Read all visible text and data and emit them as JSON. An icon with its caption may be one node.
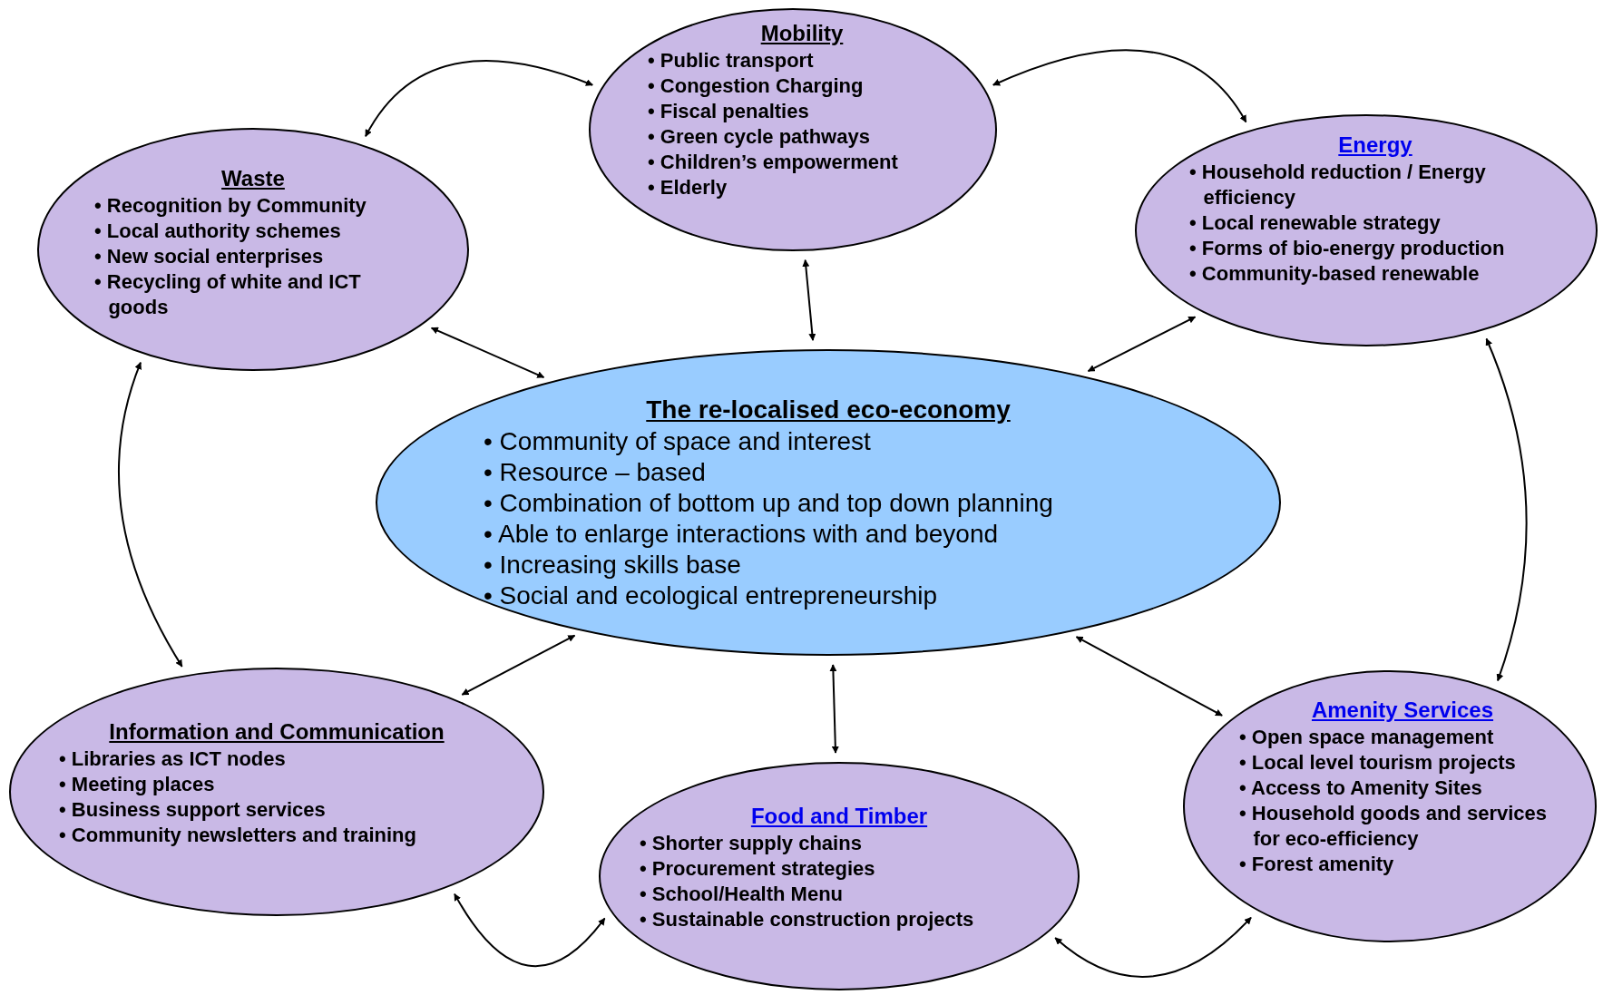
{
  "diagram": {
    "nodes": [
      {
        "text": [
          "Mobility",
          "• Public transport",
          "• Congestion Charging",
          "• Fiscal penalties",
          "• Green cycle pathways",
          "• Children’s empowerment",
          "• Elderly"
        ]
      },
      {
        "text": [
          "Waste",
          "• Recognition by Community",
          "• Local authority schemes",
          "• New social enterprises",
          "• Recycling of white and ICT goods"
        ]
      },
      {
        "text": [
          "Energy",
          "• Household reduction / Energy efficiency",
          "• Local renewable strategy",
          "• Forms of bio-energy production",
          "• Community-based renewable"
        ]
      },
      {
        "text": [
          "The re-localised eco-economy",
          "• Community of space and interest",
          "• Resource – based",
          "• Combination of bottom up and top down planning",
          "• Able to enlarge interactions with and beyond",
          "• Increasing skills base",
          "• Social and ecological entrepreneurship"
        ]
      },
      {
        "text": [
          "Information and Communication",
          "• Libraries as ICT nodes",
          "• Meeting places",
          "• Business support services",
          "• Community newsletters and training"
        ]
      },
      {
        "text": [
          "Food and Timber",
          "• Shorter supply chains",
          "• Procurement strategies",
          "• School/Health Menu",
          "• Sustainable construction projects"
        ]
      },
      {
        "text": [
          "Amenity Services",
          "• Open space management",
          "• Local level tourism projects",
          "• Access to Amenity Sites",
          "• Household goods and services for eco-efficiency",
          "• Forest amenity"
        ]
      }
    ],
    "edges": [
      {
        "from": 3,
        "to": 0,
        "arrow": "both"
      },
      {
        "from": 3,
        "to": 1,
        "arrow": "both"
      },
      {
        "from": 3,
        "to": 2,
        "arrow": "both"
      },
      {
        "from": 3,
        "to": 4,
        "arrow": "both"
      },
      {
        "from": 3,
        "to": 5,
        "arrow": "both"
      },
      {
        "from": 3,
        "to": 6,
        "arrow": "both"
      },
      {
        "from": 1,
        "to": 0,
        "arrow": "both"
      },
      {
        "from": 0,
        "to": 2,
        "arrow": "both"
      },
      {
        "from": 2,
        "to": 6,
        "arrow": "both"
      },
      {
        "from": 6,
        "to": 5,
        "arrow": "both"
      },
      {
        "from": 5,
        "to": 4,
        "arrow": "both"
      },
      {
        "from": 4,
        "to": 1,
        "arrow": "both"
      }
    ]
  }
}
